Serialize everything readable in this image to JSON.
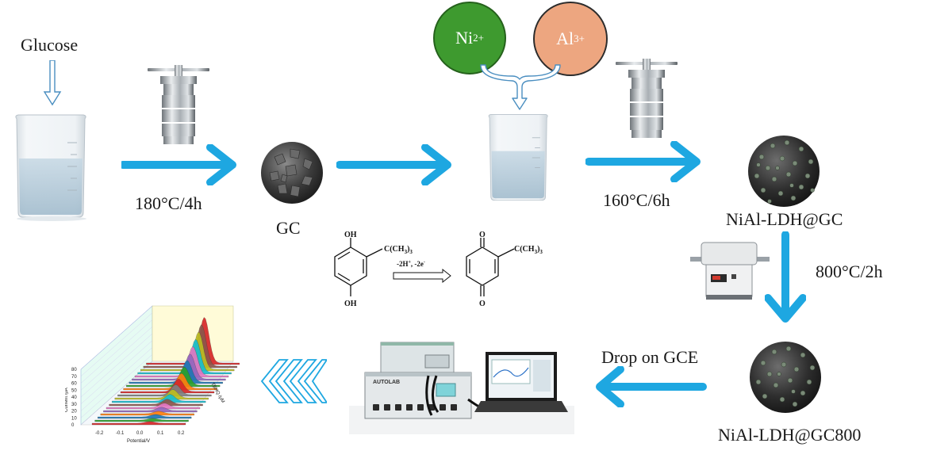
{
  "labels": {
    "glucose": "Glucose",
    "cond1": "180°C/4h",
    "gc": "GC",
    "cond2": "160°C/6h",
    "nial_gc": "NiAl-LDH@GC",
    "cond3": "800°C/2h",
    "drop": "Drop on GCE",
    "nial_gc800": "NiAl-LDH@GC800"
  },
  "ions": {
    "ni": {
      "symbol": "Ni",
      "charge": "2+",
      "color": "#3e9a2f"
    },
    "al": {
      "symbol": "Al",
      "charge": "3+",
      "color": "#eda680"
    }
  },
  "reaction": {
    "oh_top": "OH",
    "oh_bottom": "OH",
    "o_top": "O",
    "o_bottom": "O",
    "substituent": "C(CH",
    "substituent_sub": "3",
    "substituent_end": ")",
    "substituent_end_sub": "3",
    "arrow_label": "-2H",
    "arrow_label_sup1": "+",
    "arrow_label_mid": ", -2e",
    "arrow_label_sup2": "-"
  },
  "instrument": {
    "brand": "AUTOLAB"
  },
  "colors": {
    "arrow_blue": "#1ea7e1",
    "outline_blue": "#4a8ec0"
  },
  "chart_data": {
    "type": "line",
    "subtype": "stacked-waterfall-dpv",
    "xlabel": "Potential/V",
    "ylabel": "Current /μA",
    "zlabel": "TBHQ /μM",
    "x_ticks": [
      "-0.2",
      "-0.1",
      "0.0",
      "0.1",
      "0.2"
    ],
    "y_ticks": [
      "0",
      "10",
      "20",
      "30",
      "40",
      "50",
      "60",
      "70",
      "80"
    ],
    "series_colors": [
      "#d62728",
      "#2ca02c",
      "#1f77b4",
      "#ff7f0e",
      "#9467bd",
      "#e377c2",
      "#8c564b",
      "#17becf",
      "#bcbd22",
      "#7f7f7f",
      "#d62728",
      "#ff7f0e",
      "#2ca02c",
      "#1f77b4",
      "#9467bd",
      "#e377c2",
      "#17becf",
      "#bcbd22",
      "#8c564b",
      "#d62728"
    ],
    "peak_heights": [
      2,
      2,
      3,
      3,
      4,
      5,
      6,
      8,
      10,
      12,
      15,
      18,
      22,
      26,
      30,
      35,
      40,
      45,
      50,
      55
    ]
  }
}
